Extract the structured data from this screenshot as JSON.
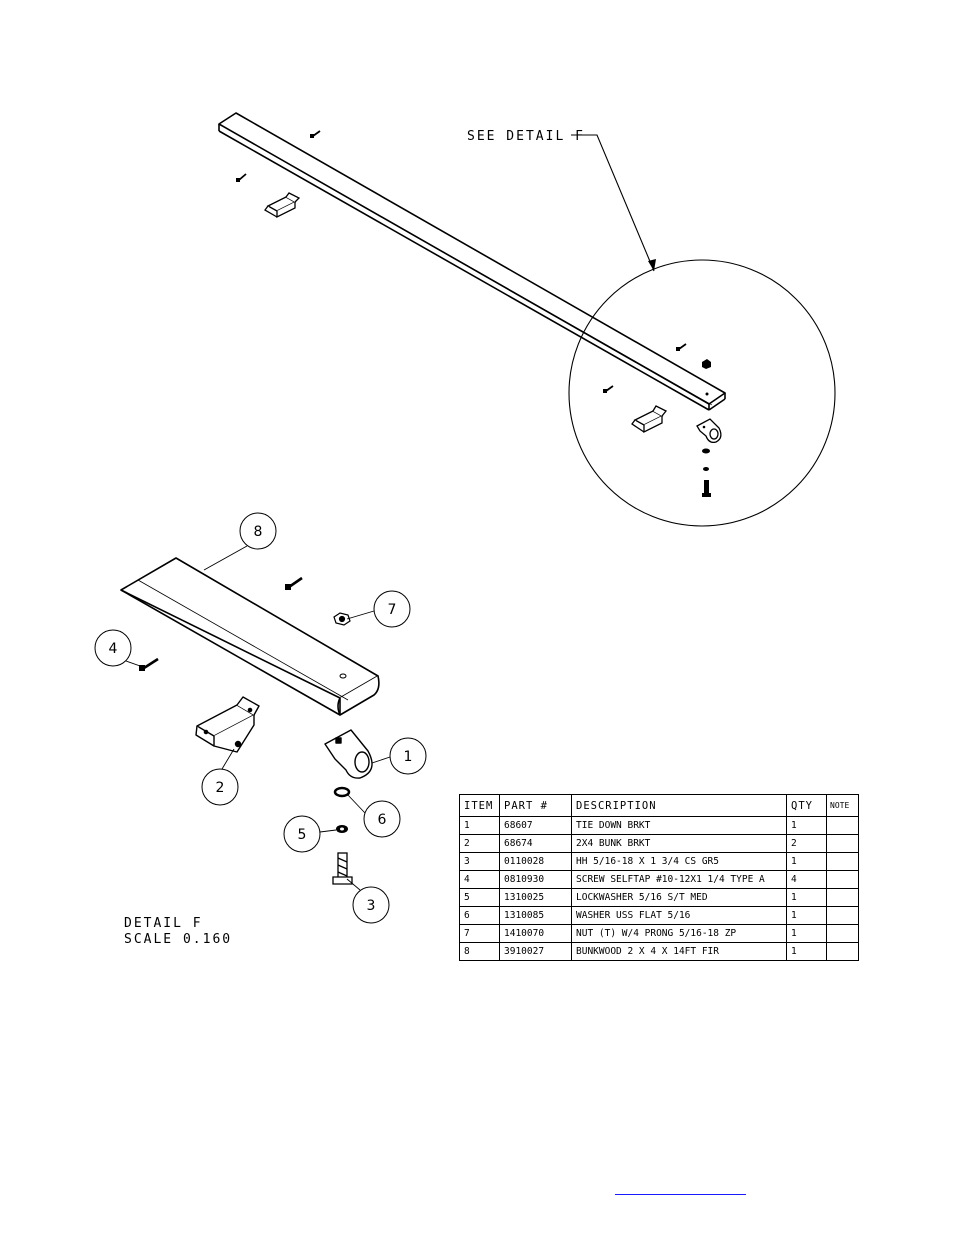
{
  "overview": {
    "detail_callout": "SEE DETAIL  F"
  },
  "detail": {
    "title": "DETAIL  F",
    "scale": "SCALE  0.160"
  },
  "balloons": {
    "b1": "1",
    "b2": "2",
    "b3": "3",
    "b4": "4",
    "b5": "5",
    "b6": "6",
    "b7": "7",
    "b8": "8"
  },
  "bom": {
    "headers": {
      "item": "ITEM",
      "part": "PART #",
      "description": "DESCRIPTION",
      "qty": "QTY",
      "note": "NOTE"
    },
    "rows": [
      {
        "item": "1",
        "part": "68607",
        "description": "TIE DOWN BRKT",
        "qty": "1",
        "note": ""
      },
      {
        "item": "2",
        "part": "68674",
        "description": "2X4 BUNK BRKT",
        "qty": "2",
        "note": ""
      },
      {
        "item": "3",
        "part": "0110028",
        "description": "HH 5/16-18 X 1 3/4 CS GR5",
        "qty": "1",
        "note": ""
      },
      {
        "item": "4",
        "part": "0810930",
        "description": "SCREW SELFTAP #10-12X1 1/4 TYPE A",
        "qty": "4",
        "note": ""
      },
      {
        "item": "5",
        "part": "1310025",
        "description": "LOCKWASHER 5/16 S/T MED",
        "qty": "1",
        "note": ""
      },
      {
        "item": "6",
        "part": "1310085",
        "description": "WASHER USS FLAT 5/16",
        "qty": "1",
        "note": ""
      },
      {
        "item": "7",
        "part": "1410070",
        "description": "NUT (T) W/4 PRONG 5/16-18 ZP",
        "qty": "1",
        "note": ""
      },
      {
        "item": "8",
        "part": "3910027",
        "description": "BUNKWOOD   2 X 4 X 14FT FIR",
        "qty": "1",
        "note": ""
      }
    ]
  },
  "colors": {
    "line": "#000000",
    "link": "#1a1aff",
    "background": "#ffffff"
  }
}
